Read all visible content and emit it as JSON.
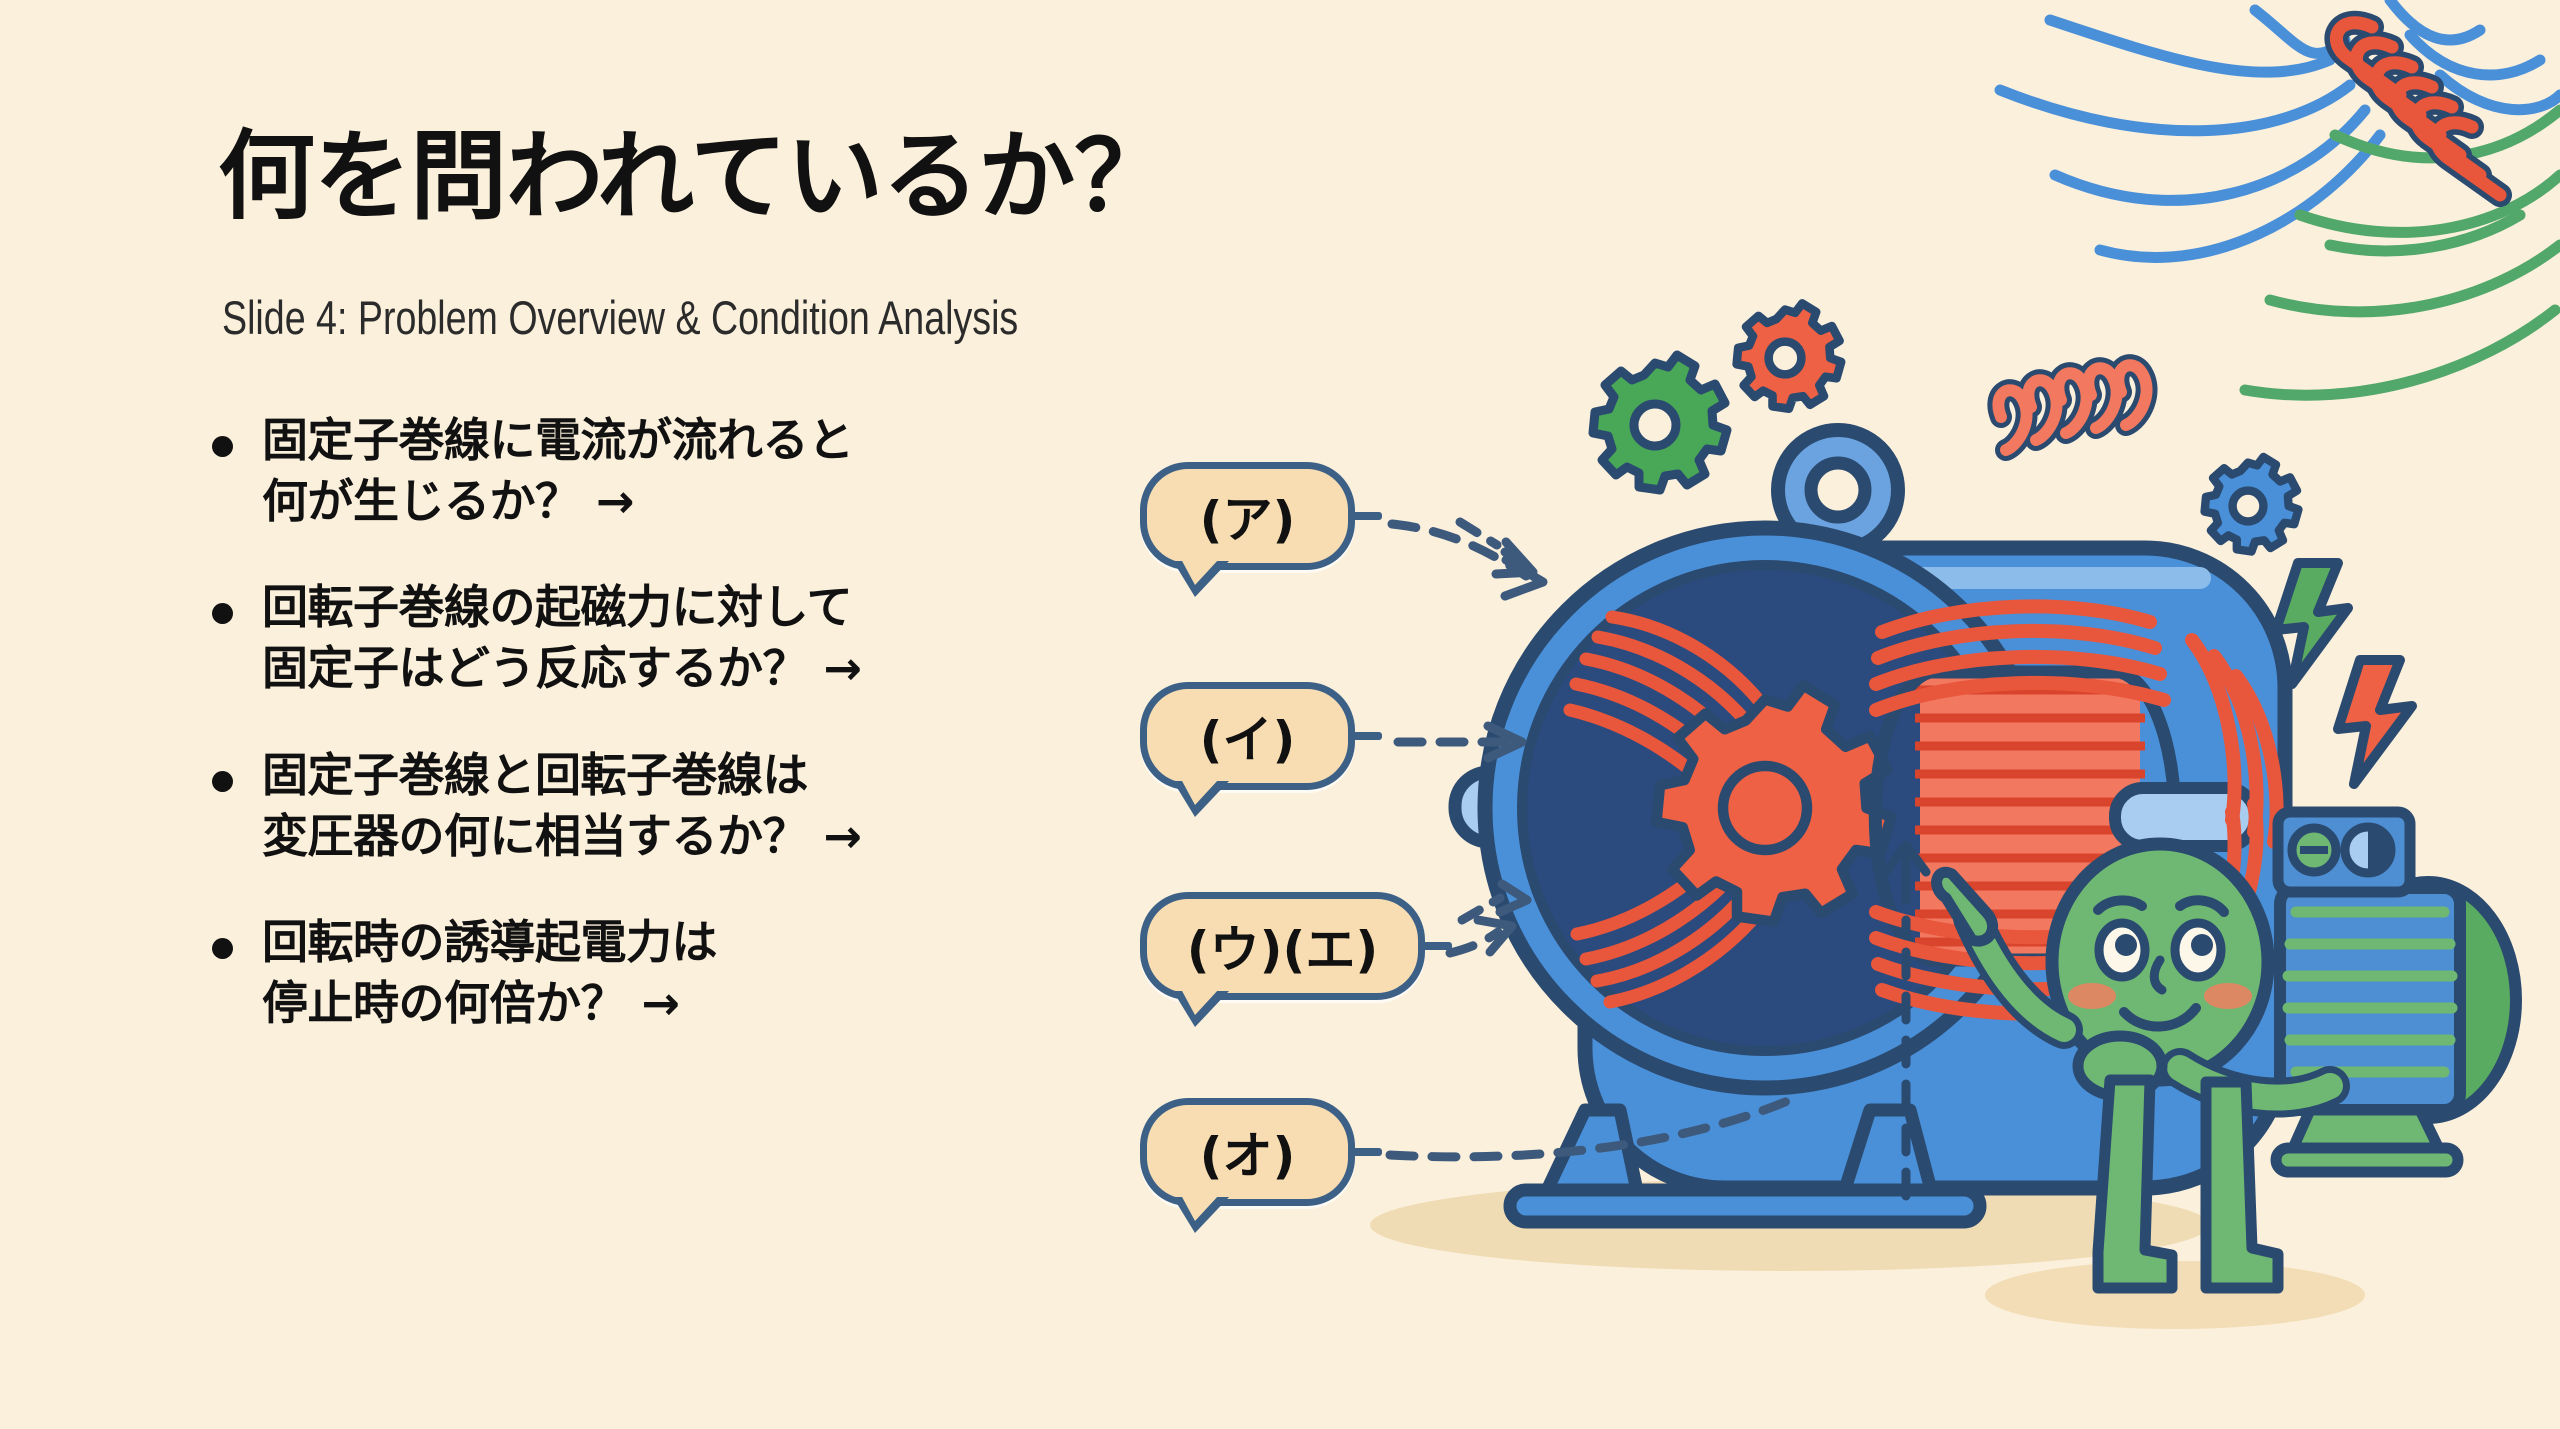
{
  "slide": {
    "background_color": "#fbf0dc",
    "title": "何を問われているか？",
    "subtitle": "Slide 4: Problem Overview & Condition Analysis"
  },
  "bullets": [
    {
      "text": "固定子巻線に電流が流れると\n何が生じるか？ →"
    },
    {
      "text": "回転子巻線の起磁力に対して\n固定子はどう反応するか？ →"
    },
    {
      "text": "固定子巻線と回転子巻線は\n変圧器の何に相当するか？ →"
    },
    {
      "text": "回転時の誘導起電力は\n停止時の何倍か？ →"
    }
  ],
  "bubbles": [
    {
      "label": "(ア)"
    },
    {
      "label": "(イ)"
    },
    {
      "label": "(ウ)(エ)"
    },
    {
      "label": "(オ)"
    }
  ],
  "colors": {
    "background": "#fbf0dc",
    "ink": "#111111",
    "outline_navy": "#2b4a6f",
    "bubble_border": "#3d6186",
    "bubble_fill": "#f8ddb2",
    "motor_blue": "#4a90d9",
    "motor_blue_dark": "#2b4a7d",
    "winding_red": "#e8563c",
    "winding_red_light": "#f2785f",
    "mascot_green": "#5aab62",
    "gear_green": "#49a758",
    "gear_red": "#e8563c",
    "gear_blue": "#4a90d9",
    "field_line_blue": "#4a90d9",
    "field_line_green": "#52a86a",
    "shadow_sand": "#f0dcb4"
  },
  "illustration": {
    "name": "induction-motor-cutaway",
    "parts": [
      "lifting-eye",
      "stator-housing",
      "stator-windings",
      "rotor-core",
      "rotor-gear",
      "shaft",
      "base-feet",
      "flux-arrow"
    ]
  },
  "mascot": {
    "name": "motor-mascot-character",
    "pose": "pointing-up"
  },
  "decorations": [
    {
      "name": "gear-green",
      "color": "#49a758"
    },
    {
      "name": "gear-red",
      "color": "#e8563c"
    },
    {
      "name": "gear-blue",
      "color": "#4a90d9"
    },
    {
      "name": "coil-spring-red",
      "color": "#e8563c"
    },
    {
      "name": "lightning-bolt-green",
      "color": "#5aab62"
    },
    {
      "name": "lightning-bolt-red",
      "color": "#e8563c"
    },
    {
      "name": "solenoid-coil",
      "color": "#e8563c"
    },
    {
      "name": "field-lines-blue",
      "color": "#4a90d9"
    },
    {
      "name": "field-lines-green",
      "color": "#52a86a"
    }
  ]
}
